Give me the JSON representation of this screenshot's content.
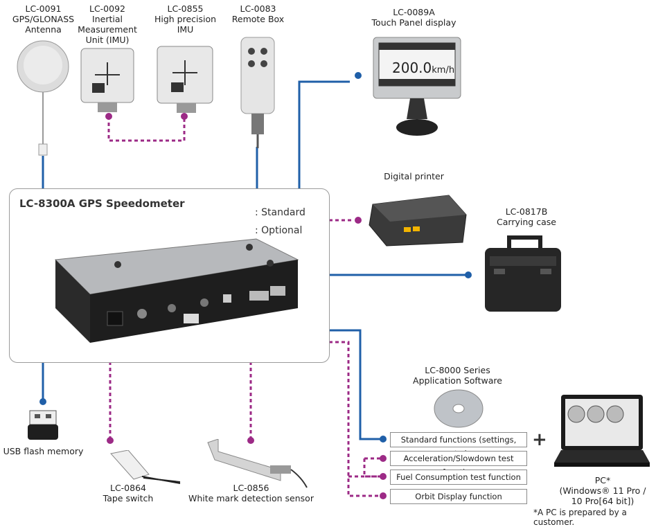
{
  "title": "LC-8300A GPS Speedometer",
  "legend": {
    "standard": ": Standard",
    "optional": ": Optional"
  },
  "colors": {
    "standard": "#1f5fa8",
    "optional": "#9c2a86"
  },
  "devices": {
    "antenna": {
      "code": "LC-0091",
      "line1": "GPS/GLONASS",
      "line2": "Antenna"
    },
    "imu": {
      "code": "LC-0092",
      "line1": "Inertial",
      "line2": "Measurement",
      "line3": "Unit (IMU)"
    },
    "imu_hp": {
      "code": "LC-0855",
      "line1": "High precision",
      "line2": "IMU"
    },
    "remote": {
      "code": "LC-0083",
      "line1": "Remote Box"
    },
    "touch": {
      "code": "LC-0089A",
      "line1": "Touch Panel display",
      "screen_value": "200.0",
      "screen_unit": "km/h"
    },
    "printer": {
      "line1": "Digital printer"
    },
    "case": {
      "code": "LC-0817B",
      "line1": "Carrying case"
    },
    "usb": {
      "line1": "USB flash memory"
    },
    "tape": {
      "code": "LC-0864",
      "line1": "Tape switch"
    },
    "sensor": {
      "code": "LC-0856",
      "line1": "White mark detection sensor"
    },
    "software": {
      "code": "LC-8000 Series",
      "line1": "Application Software"
    },
    "pc": {
      "line1": "PC*",
      "line2": "(Windows® 11 Pro /",
      "line3": "10 Pro[64 bit])",
      "note": "*A PC is prepared by a customer."
    }
  },
  "functions": [
    "Standard functions (settings, etc.)",
    "Acceleration/Slowdown test function",
    "Fuel Consumption test function",
    "Orbit Display function"
  ],
  "plus": "+"
}
